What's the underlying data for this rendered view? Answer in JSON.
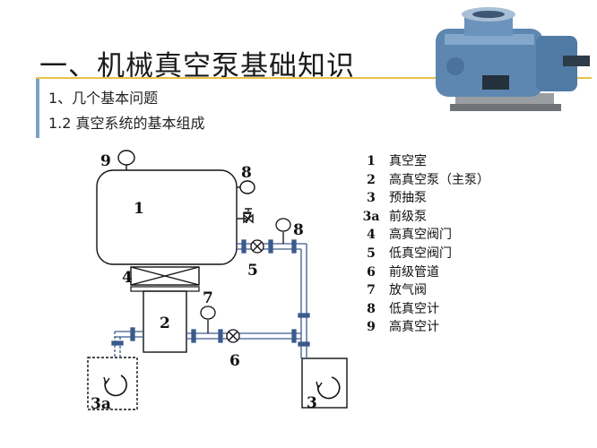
{
  "header": {
    "title": "一、机械真空泵基础知识",
    "line1": "1、几个基本问题",
    "line2": "1.2 真空系统的基本组成"
  },
  "diagram_labels": {
    "chamber": "1",
    "hv_pump": "2",
    "backing_pump": "3",
    "roughing_pump": "3a",
    "hv_valve": "4",
    "lv_valve": "5",
    "foreline": "6",
    "vent_valve_top": "7",
    "vent_valve_bottom": "7",
    "low_gauge_top": "8",
    "low_gauge_right": "8",
    "high_gauge": "9"
  },
  "legend": [
    {
      "num": "1",
      "text": "真空室"
    },
    {
      "num": "2",
      "text": "高真空泵（主泵）"
    },
    {
      "num": "3",
      "text": "预抽泵"
    },
    {
      "num": "3a",
      "text": "前级泵"
    },
    {
      "num": "4",
      "text": "高真空阀门"
    },
    {
      "num": "5",
      "text": "低真空阀门"
    },
    {
      "num": "6",
      "text": "前级管道"
    },
    {
      "num": "7",
      "text": "放气阀"
    },
    {
      "num": "8",
      "text": "低真空计"
    },
    {
      "num": "9",
      "text": "高真空计"
    }
  ],
  "colors": {
    "pipe": "#3a5a8c",
    "accent_rule": "#e6c24a",
    "accent_bar": "#7da2c7",
    "pump_photo": "#5d87b0"
  }
}
